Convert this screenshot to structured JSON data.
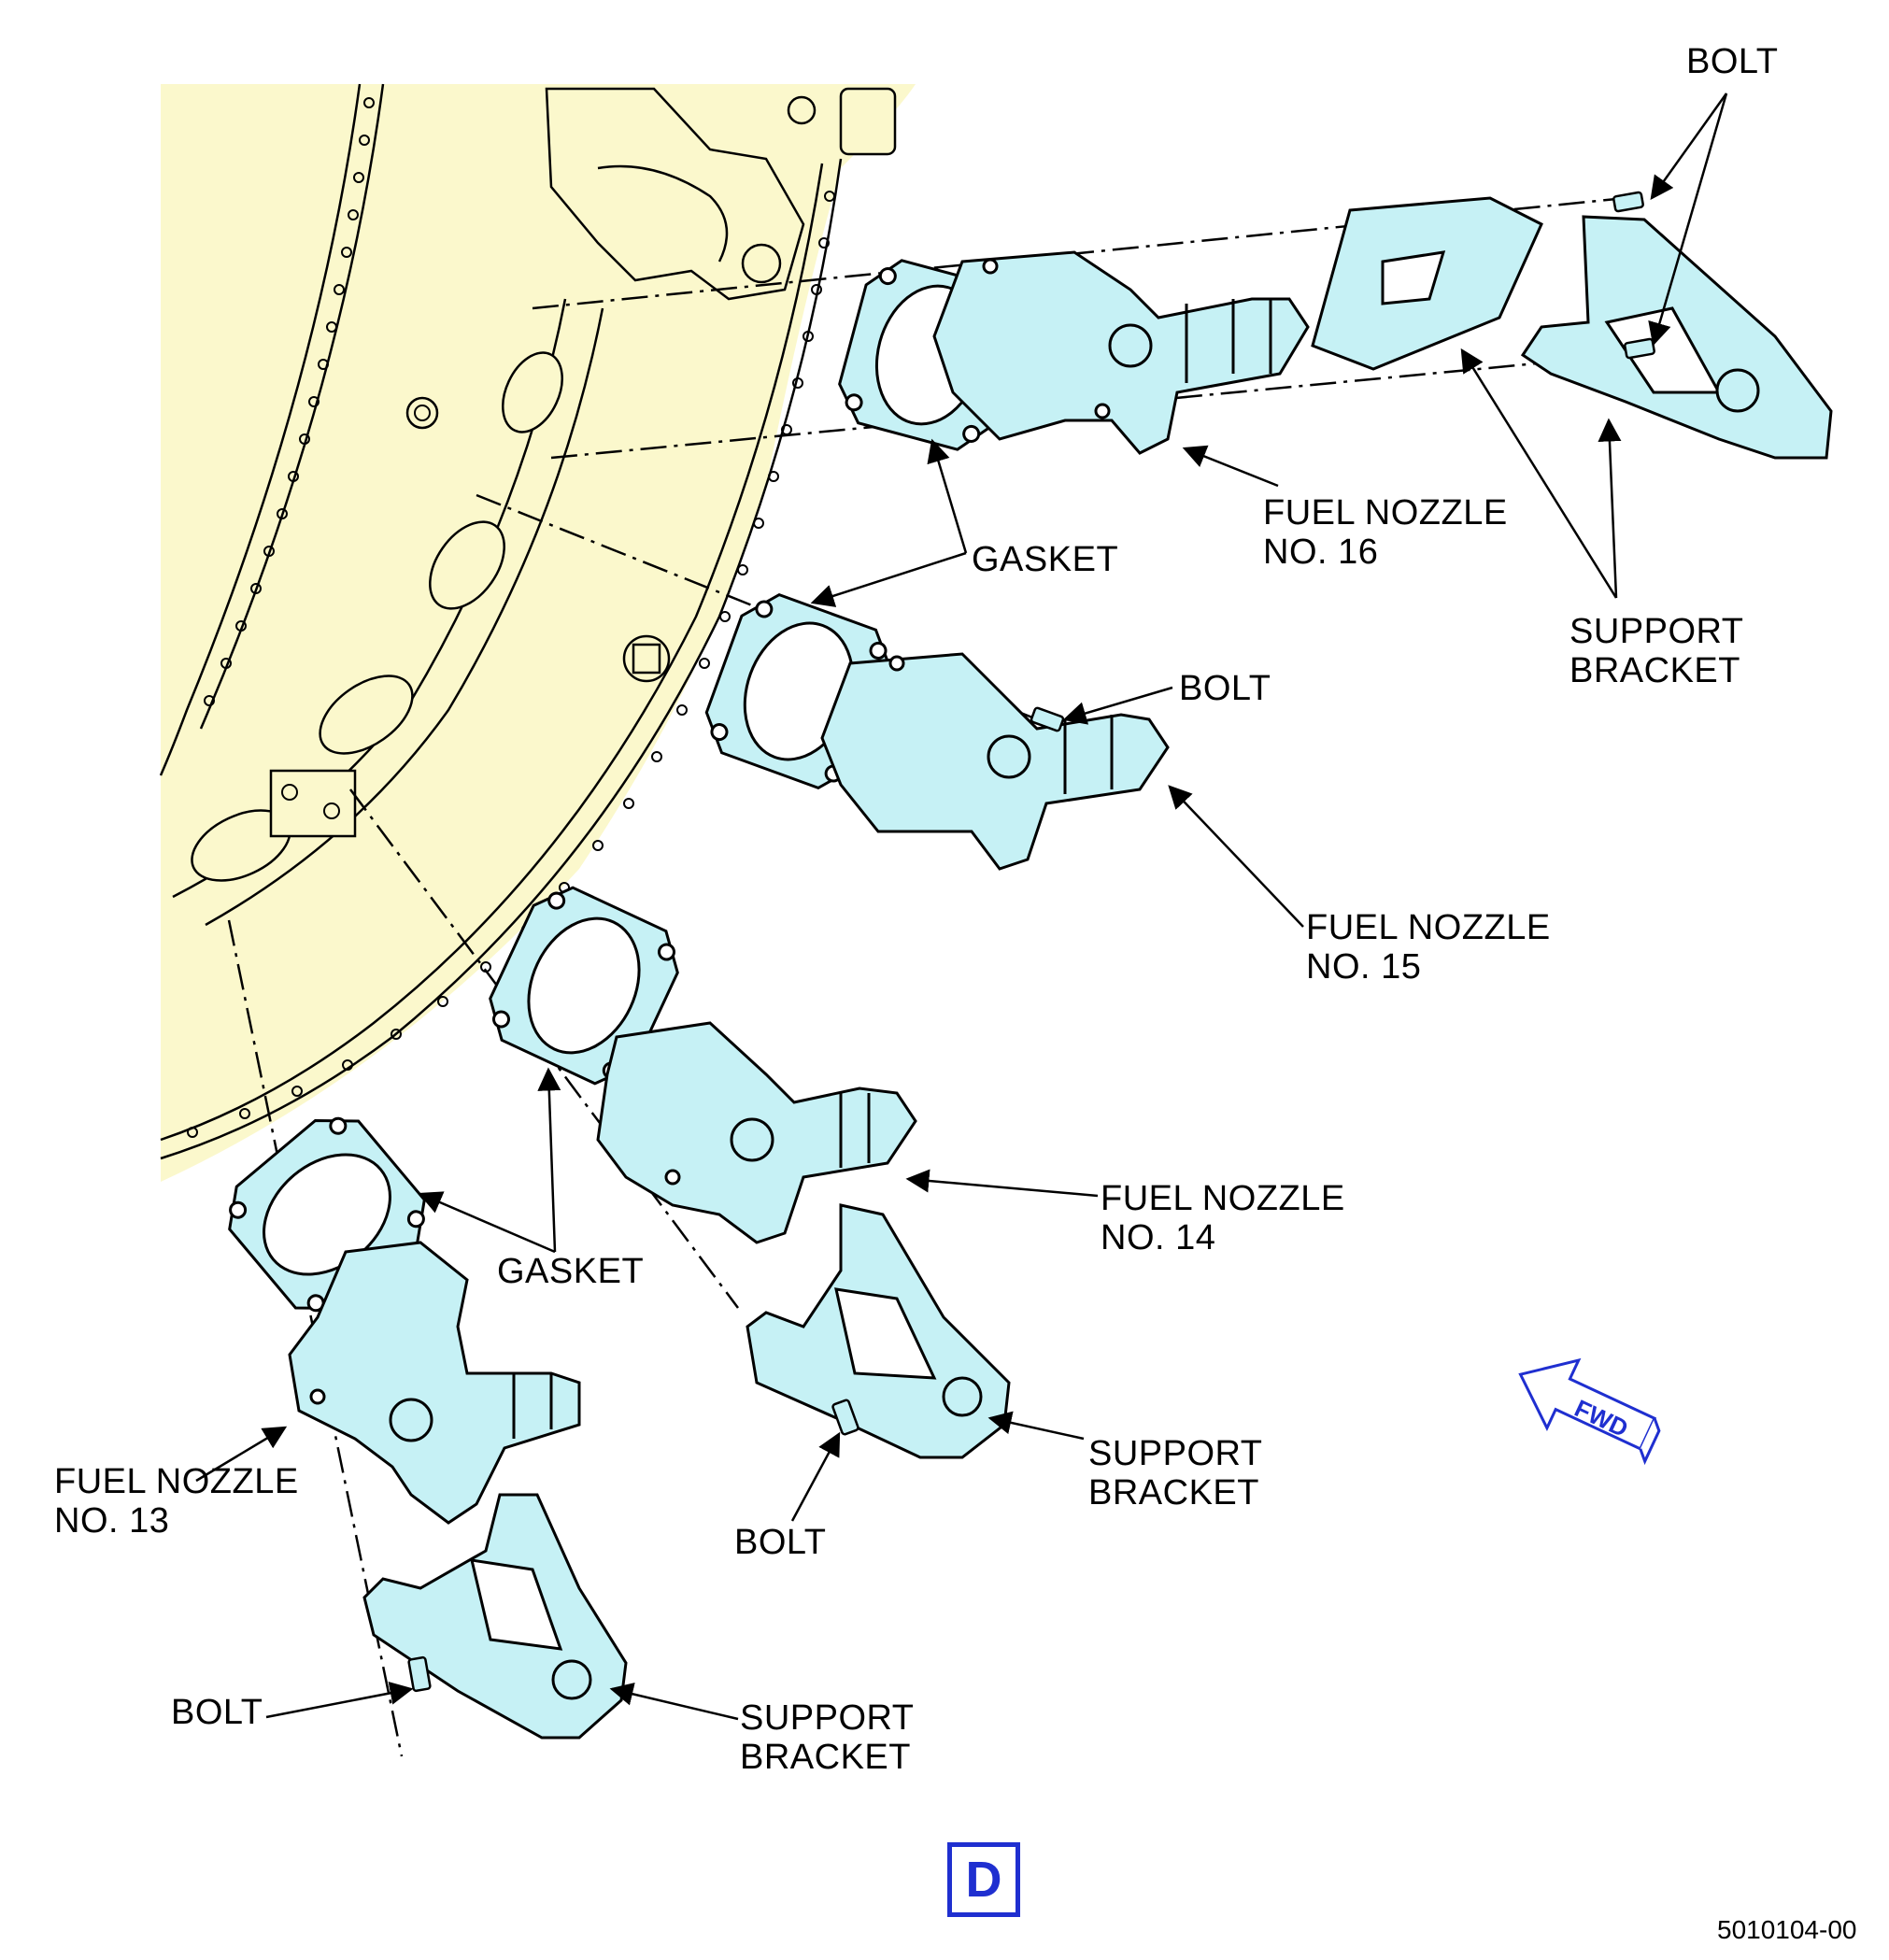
{
  "labels": {
    "bolt_top": "BOLT",
    "fuel_nozzle_16": [
      "FUEL NOZZLE",
      "NO. 16"
    ],
    "gasket_upper": "GASKET",
    "support_bracket_top": [
      "SUPPORT",
      "BRACKET"
    ],
    "bolt_mid": "BOLT",
    "fuel_nozzle_15": [
      "FUEL NOZZLE",
      "NO. 15"
    ],
    "fuel_nozzle_14": [
      "FUEL NOZZLE",
      "NO. 14"
    ],
    "gasket_lower": "GASKET",
    "support_bracket_mid": [
      "SUPPORT",
      "BRACKET"
    ],
    "bolt_lower": "BOLT",
    "fuel_nozzle_13": [
      "FUEL NOZZLE",
      "NO. 13"
    ],
    "bolt_bottom": "BOLT",
    "support_bracket_bottom": [
      "SUPPORT",
      "BRACKET"
    ],
    "fwd": "FWD",
    "view": "D",
    "figure_number": "5010104-00"
  },
  "colors": {
    "case_fill": "#fbf8cc",
    "part_fill": "#c6f1f5",
    "view_accent": "#1f2fd0",
    "line": "#000000"
  }
}
